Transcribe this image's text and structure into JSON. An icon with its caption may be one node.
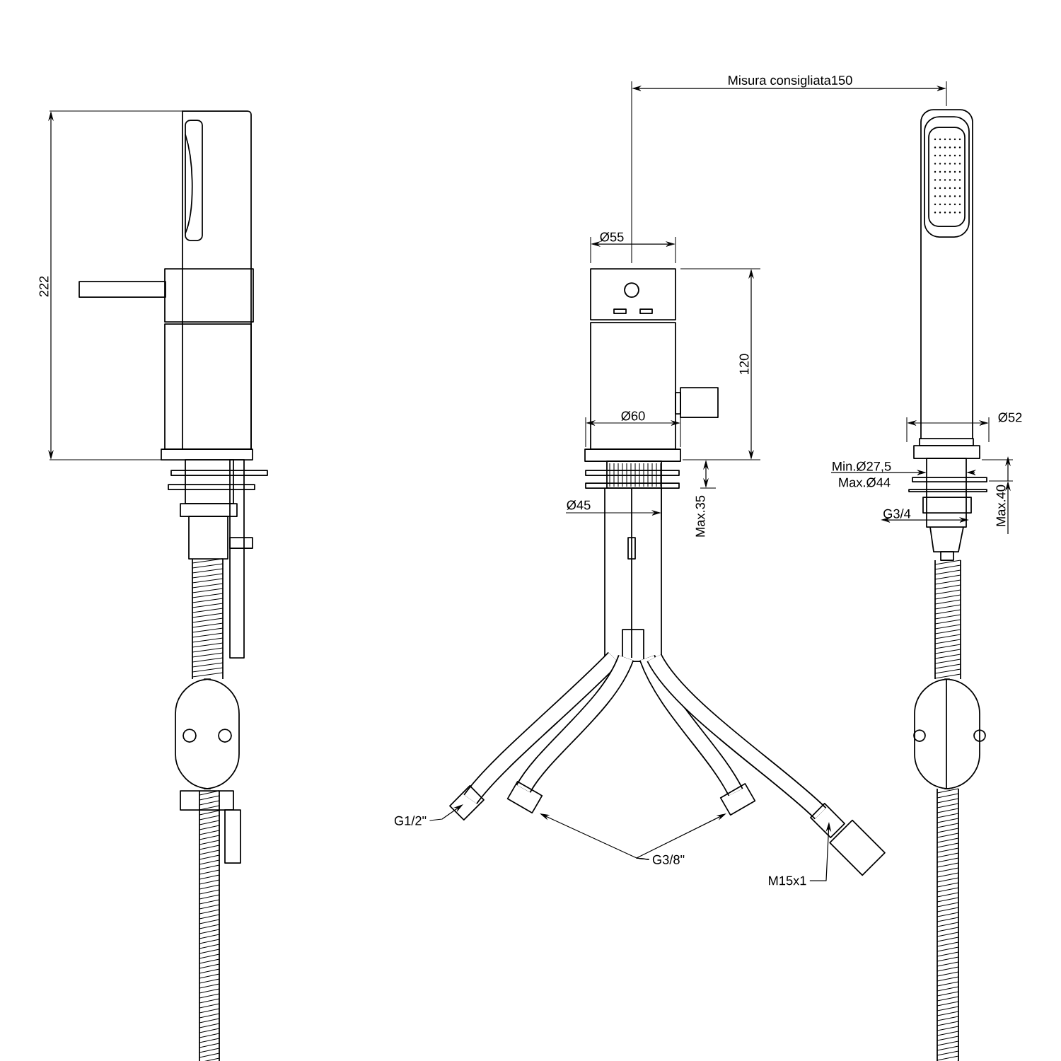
{
  "diagram": {
    "nodes": [
      {
        "text": [
          "G1/2\""
        ]
      },
      {
        "text": [
          "G3/8\""
        ]
      },
      {
        "text": [
          "M15x1"
        ]
      }
    ],
    "edges": [
      {
        "from": 0,
        "to": null,
        "arrow": "to"
      },
      {
        "from": 1,
        "to": null,
        "arrow": "to"
      },
      {
        "from": 1,
        "to": null,
        "arrow": "to"
      },
      {
        "from": 2,
        "to": null,
        "arrow": "to"
      }
    ],
    "labels": [
      "Misura consigliata150",
      "222",
      "Ø55",
      "120",
      "Ø60",
      "Ø52",
      "Min.Ø27,5",
      "Max.Ø44",
      "Max.35",
      "Ø45",
      "G3/4",
      "Max.40"
    ]
  }
}
